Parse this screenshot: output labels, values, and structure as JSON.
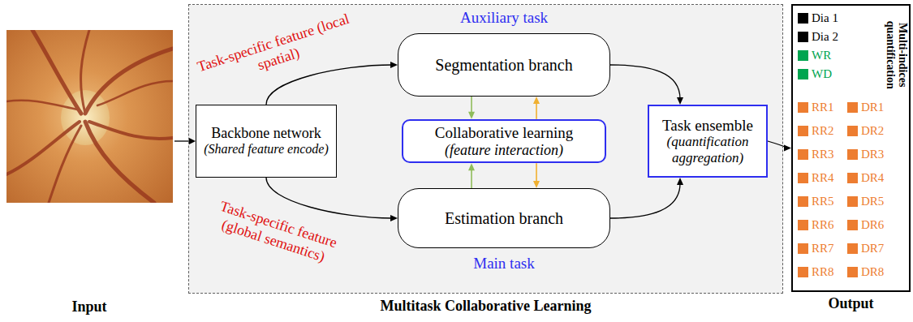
{
  "diagram": {
    "nodes": [
      {
        "text": [
          "Multitask Collaborative Learning"
        ]
      },
      {
        "text": [
          "Backbone network",
          "(Shared feature encode)"
        ],
        "in": 0
      },
      {
        "text": [
          "Segmentation branch"
        ],
        "in": 0
      },
      {
        "text": [
          "Collaborative learning",
          "(feature interaction)"
        ],
        "in": 0
      },
      {
        "text": [
          "Estimation branch"
        ],
        "in": 0
      },
      {
        "text": [
          "Task ensemble",
          "(quantification aggregation)"
        ],
        "in": 0
      },
      {
        "text": [
          "Output",
          "Multi-indices quantification"
        ]
      }
    ],
    "edges": [
      {
        "from": 1,
        "to": 2,
        "arrow": "to",
        "label": "Task-specific feature (local spatial)"
      },
      {
        "from": 1,
        "to": 4,
        "arrow": "to",
        "label": "Task-specific feature (global semantics)"
      },
      {
        "from": 2,
        "to": 3,
        "arrow": "to"
      },
      {
        "from": 3,
        "to": 2,
        "arrow": "to"
      },
      {
        "from": 4,
        "to": 3,
        "arrow": "to"
      },
      {
        "from": 3,
        "to": 4,
        "arrow": "to"
      },
      {
        "from": 2,
        "to": 5,
        "arrow": "to"
      },
      {
        "from": 4,
        "to": 5,
        "arrow": "to"
      },
      {
        "from": 5,
        "to": 6,
        "arrow": "to"
      }
    ],
    "labels": [
      "Input",
      "Auxiliary task",
      "Main task"
    ],
    "legend": [
      {
        "text": "Dia 1",
        "color": "#000000"
      },
      {
        "text": "Dia 2",
        "color": "#000000"
      },
      {
        "text": "WR",
        "color": "#00a550"
      },
      {
        "text": "WD",
        "color": "#00a550"
      },
      {
        "text": "RR1",
        "color": "#ed7d31"
      },
      {
        "text": "DR1",
        "color": "#ed7d31"
      },
      {
        "text": "RR2",
        "color": "#ed7d31"
      },
      {
        "text": "DR2",
        "color": "#ed7d31"
      },
      {
        "text": "RR3",
        "color": "#ed7d31"
      },
      {
        "text": "DR3",
        "color": "#ed7d31"
      },
      {
        "text": "RR4",
        "color": "#ed7d31"
      },
      {
        "text": "DR4",
        "color": "#ed7d31"
      },
      {
        "text": "RR5",
        "color": "#ed7d31"
      },
      {
        "text": "DR5",
        "color": "#ed7d31"
      },
      {
        "text": "RR6",
        "color": "#ed7d31"
      },
      {
        "text": "DR6",
        "color": "#ed7d31"
      },
      {
        "text": "RR7",
        "color": "#ed7d31"
      },
      {
        "text": "DR7",
        "color": "#ed7d31"
      },
      {
        "text": "RR8",
        "color": "#ed7d31"
      },
      {
        "text": "DR8",
        "color": "#ed7d31"
      }
    ]
  }
}
